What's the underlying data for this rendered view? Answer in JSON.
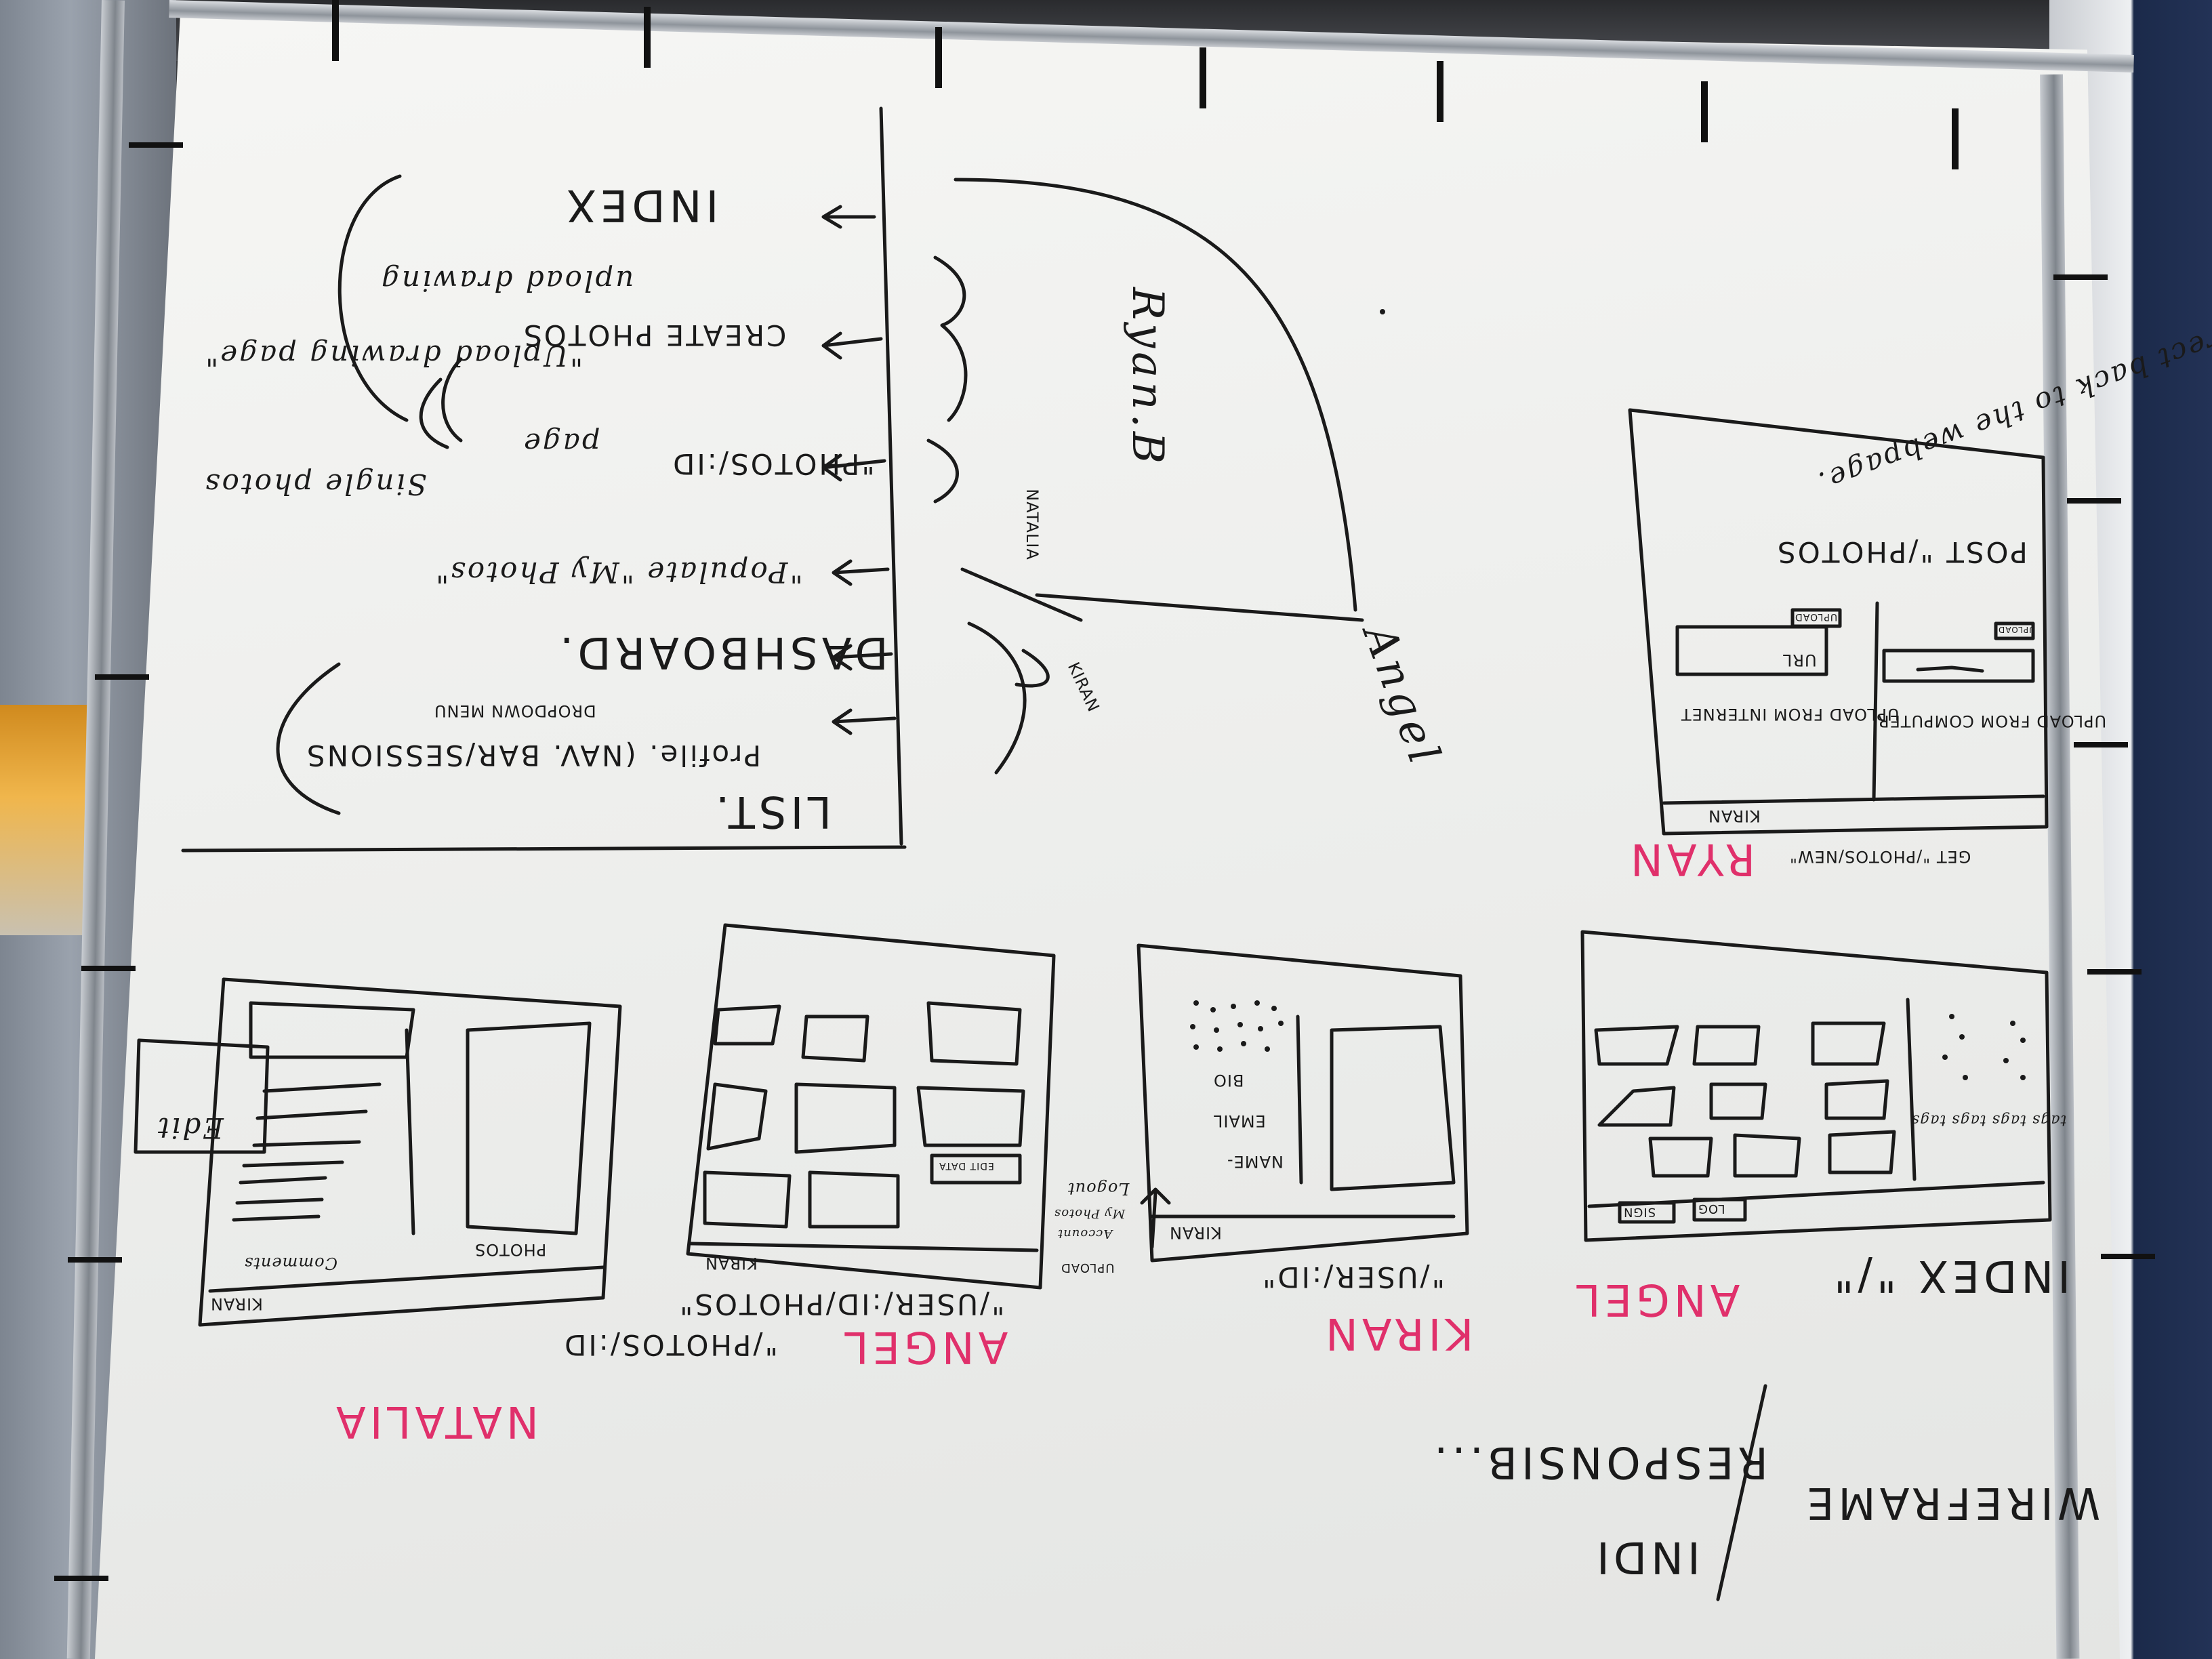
{
  "image": {
    "scene": "Whiteboard",
    "ink_color": "#1a1a1a",
    "accent_color": "#e0306b"
  },
  "upper_left_list": {
    "heading": "LIST.",
    "items": [
      "INDEX",
      "CREATE PHOTOS",
      "upload drawing",
      "\"PHOTOS/:ID",
      "page",
      "\"Upload drawing page\"",
      "Single photos",
      "\"Populate \"My Photos\"",
      "DASHBOARD.",
      "Profile. (NAV. BAR/SESSIONS",
      "DROPDOWN MENU"
    ]
  },
  "upper_middle": {
    "names": [
      "Ryan.B",
      "NATALIA",
      "KIRAN",
      "Angel"
    ]
  },
  "upper_right_wireframe": {
    "label_get": "GET \"/PHOTOS/NEW\"",
    "owner": "RYAN",
    "header": "KIRAN",
    "left_col_title": "UPLOAD FROM COMPUTER",
    "right_col_title": "UPLOAD FROM INTERNET",
    "url_label": "URL",
    "upload_btn": "UPLOAD",
    "post_label": "POST \"/PHOTOS",
    "redirect_note": "\"Redirect back to the webpage."
  },
  "bottom_wireframes": [
    {
      "route": "\"/PHOTOS/:ID",
      "owner": "NATALIA",
      "header": "KIRAN",
      "labels": [
        "PHOTOS",
        "Comments",
        "Edit"
      ]
    },
    {
      "route": "\"/USER/:ID/PHOTOS\"",
      "owner": "ANGEL",
      "header": "KIRAN",
      "labels": [
        "EDIT DATA",
        "UPLOAD",
        "Account",
        "My Photos",
        "Logout"
      ]
    },
    {
      "route": "\"/USER/:ID\"",
      "owner": "KIRAN",
      "header": "KIRAN",
      "labels": [
        "NAME-",
        "EMAIL",
        "BIO"
      ]
    },
    {
      "route": "INDEX \"/\"",
      "owner": "ANGEL",
      "header_buttons": [
        "LOG",
        "SIGN"
      ],
      "labels": [
        "tags tags tags tags"
      ]
    }
  ],
  "bottom_right_note": {
    "line1": "WIREFRAME",
    "line2": "RESPONSIB...",
    "line3": "INDI"
  }
}
